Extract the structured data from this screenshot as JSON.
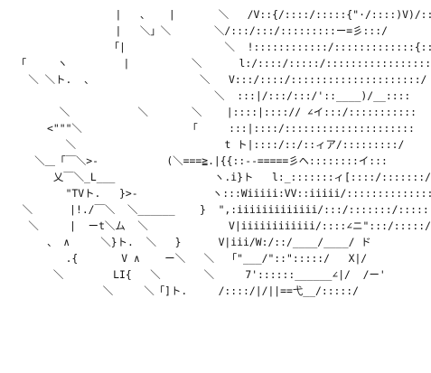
{
  "canvas": {
    "background": "#ffffff",
    "ink": "#111111"
  },
  "art": {
    "lines": [
      "                  |   、   |       ＼   /V::{/::::/:::::{\"·/::::)V)/::|",
      "                  |   ＼」＼       ＼/:::/:::/:::::::::ー=彡:::/",
      "                 「|                ＼  !::::::::::::/:::::::::::::{:::/",
      "  「     ヽ         |          ＼      l:/::::/:::::/:::::::::::::::::",
      "    ＼ ＼ト.  、                 ＼   V:::/::::/:::::::::::::::::::::/",
      "                                  ＼  :::|/:::/:::/'::____)/__::::",
      "         ＼           ＼       ＼    |::::|::::// ∠イ:::/:::::::::::",
      "       <\"\"\"＼                 「     :::|::::/:::::::::::::::::::::",
      "          ＼                        t ト|::::/::/::ィア/:::::::::/",
      "     ＼＿「￣＼>-           (＼===≧.|{{::--=====彡ヘ::::::::イ:::",
      "        乂￣＼_L___                ヽ.i}ト   l:_:::::::ィ[::::/:::::::/",
      "          \"TVト.   }>-            ヽ:::Wiiiii:VV::iiiii/::::::::::::::",
      "   ＼      |!./￣＼  ＼______    }  \",:iiiiiiiiiiiii/:::/:::::::/:::::",
      "    ＼     |  ーt＼ム  ＼             V|iiiiiiiiiiii/::::∠ニ\":::/:::::/",
      "       、 ∧     ＼}ト.  ＼   }      V|iii/W:/::/____/____/ ド",
      "          .{       V ∧    ー＼   ＼  「\"___/\"::\":::::/   X|/",
      "        ＼        LI{   ＼       ＼     7'::::::______∠|/  /ー'",
      "                ＼     ＼「]ト.     /::::/|/||==弋__/:::::/"
    ]
  }
}
